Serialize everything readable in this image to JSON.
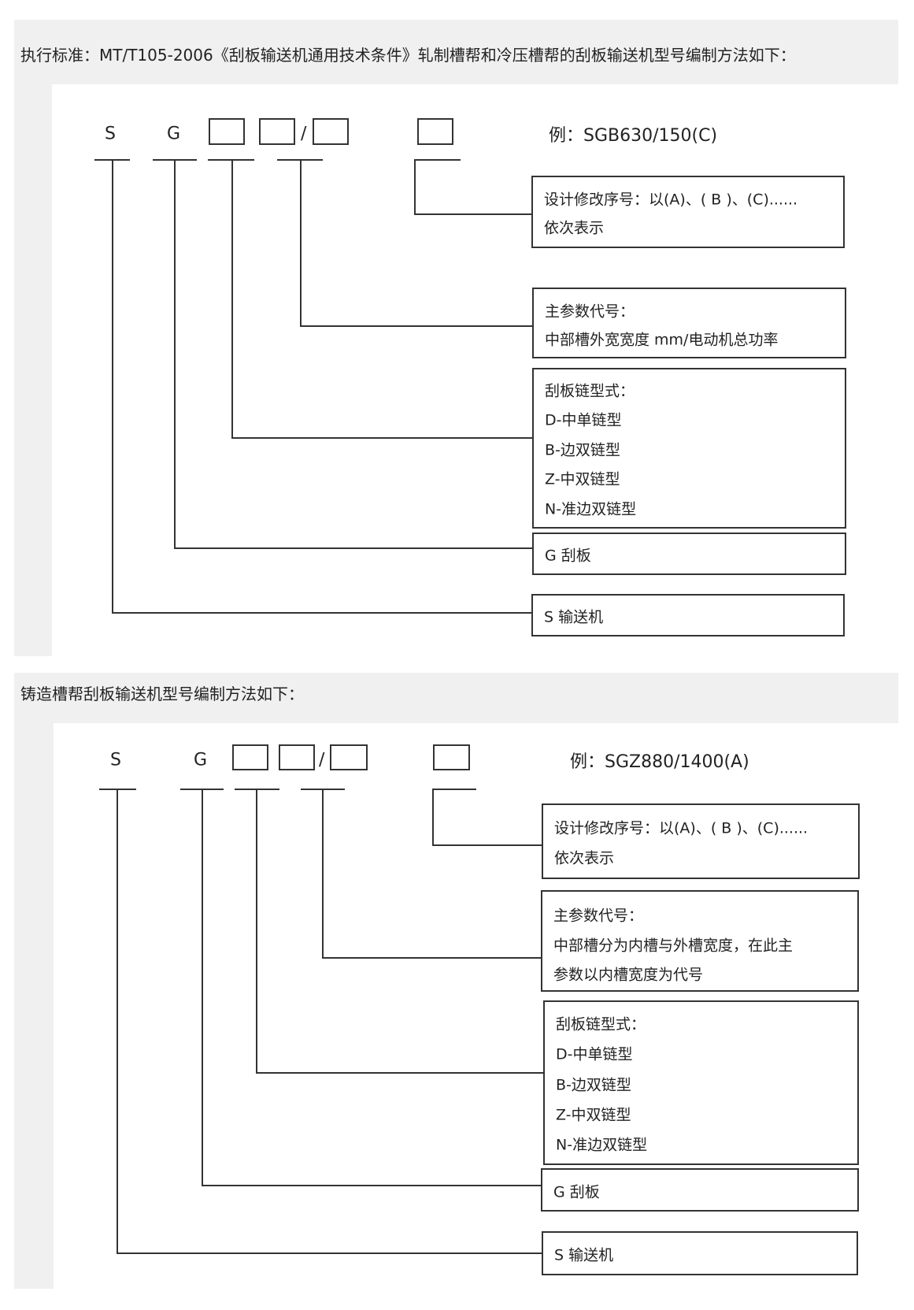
{
  "section1": {
    "title": "执行标准：MT/T105-2006《刮板输送机通用技术条件》轧制槽帮和冷压槽帮的刮板输送机型号编制方法如下：",
    "code_letters": [
      "S",
      "G",
      "/"
    ],
    "example": "例：SGB630/150(C)",
    "boxes": {
      "revision": [
        "设计修改序号：以(A)、( B )、(C)......",
        "依次表示"
      ],
      "main_param": [
        "主参数代号：",
        "中部槽外宽宽度  mm/电动机总功率"
      ],
      "chain_type": [
        "刮板链型式：",
        "D-中单链型",
        "B-边双链型",
        "Z-中双链型",
        "N-准边双链型"
      ],
      "scraper": [
        "G 刮板"
      ],
      "conveyor": [
        "S 输送机"
      ]
    }
  },
  "section2": {
    "title": "铸造槽帮刮板输送机型号编制方法如下：",
    "code_letters": [
      "S",
      "G",
      "/"
    ],
    "example": "例：SGZ880/1400(A)",
    "boxes": {
      "revision": [
        "设计修改序号：以(A)、( B )、(C)......",
        "依次表示"
      ],
      "main_param": [
        "主参数代号：",
        "中部槽分为内槽与外槽宽度，在此主",
        "参数以内槽宽度为代号"
      ],
      "chain_type": [
        "刮板链型式：",
        "D-中单链型",
        "B-边双链型",
        "Z-中双链型",
        "N-准边双链型"
      ],
      "scraper": [
        "G 刮板"
      ],
      "conveyor": [
        "S 输送机"
      ]
    }
  }
}
